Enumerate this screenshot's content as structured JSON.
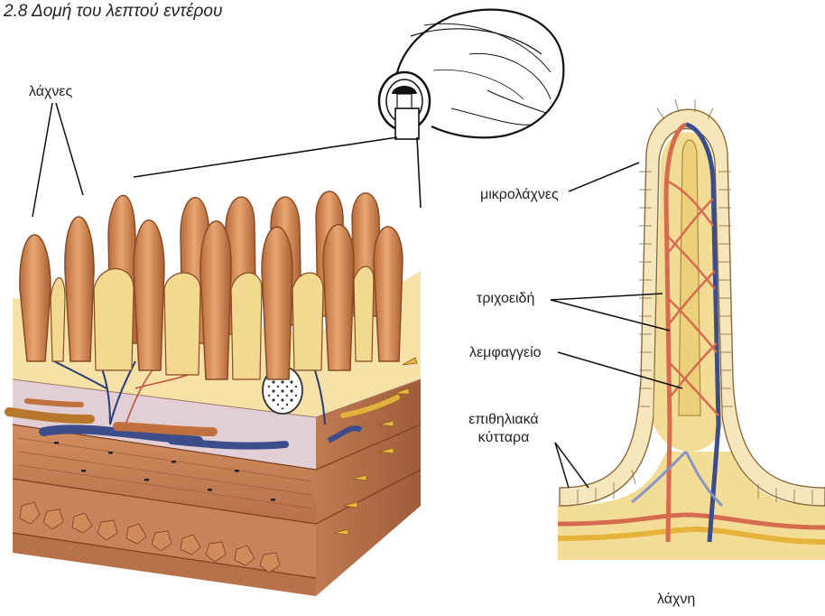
{
  "figure": {
    "title": "2.8 Δομή του λεπτού εντέρου"
  },
  "labels": {
    "lachnes": "λάχνες",
    "mikrolachnes": "μικρολάχνες",
    "trichoeidi": "τριχοειδή",
    "lemfaggeio": "λεμφαγγείο",
    "epithiliaka_line1": "επιθηλιακά",
    "epithiliaka_line2": "κύτταρα",
    "lachni": "λάχνη"
  },
  "colors": {
    "villus_fill": "#d9925c",
    "villus_stroke": "#8a4a24",
    "mucosa_bg": "#f6e2a6",
    "muscle": "#c9845a",
    "submucosa": "#e2cfd6",
    "vein": "#3c4d8c",
    "artery": "#d66b4f",
    "lymph": "#efdf9a"
  }
}
